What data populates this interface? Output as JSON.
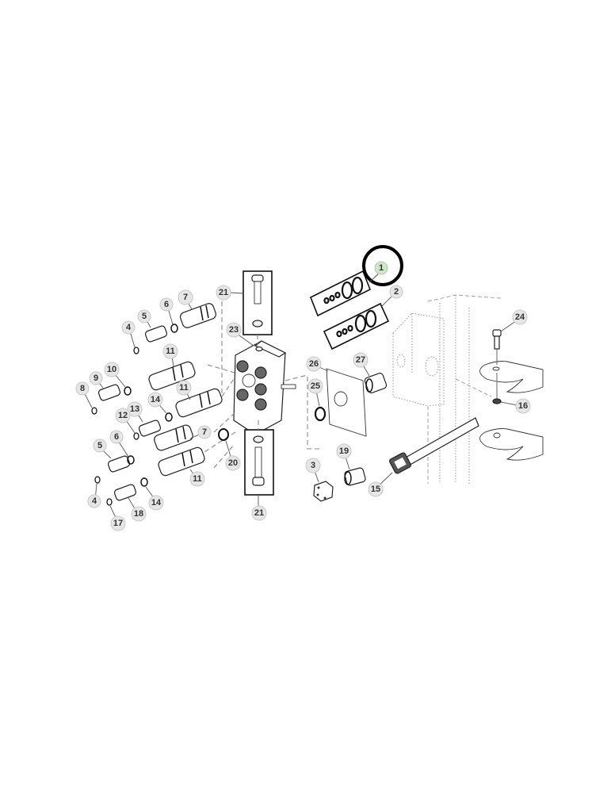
{
  "diagram": {
    "title": "Hydraulic valve assembly exploded parts view",
    "highlight_color": "#cfe6c9",
    "callout_color": "#e6e6e6",
    "highlight_ring_color": "#000000",
    "highlighted_part": "1",
    "callouts": {
      "c1": "1",
      "c2": "2",
      "c3": "3",
      "c4a": "4",
      "c4b": "4",
      "c5a": "5",
      "c5b": "5",
      "c6a": "6",
      "c6b": "6",
      "c7a": "7",
      "c7b": "7",
      "c8": "8",
      "c9": "9",
      "c10": "10",
      "c11a": "11",
      "c11b": "11",
      "c11c": "11",
      "c12": "12",
      "c13": "13",
      "c14a": "14",
      "c14b": "14",
      "c15": "15",
      "c16": "16",
      "c17": "17",
      "c18": "18",
      "c19": "19",
      "c20": "20",
      "c21a": "21",
      "c21b": "21",
      "c23": "23",
      "c24": "24",
      "c25": "25",
      "c26": "26",
      "c27": "27"
    }
  }
}
